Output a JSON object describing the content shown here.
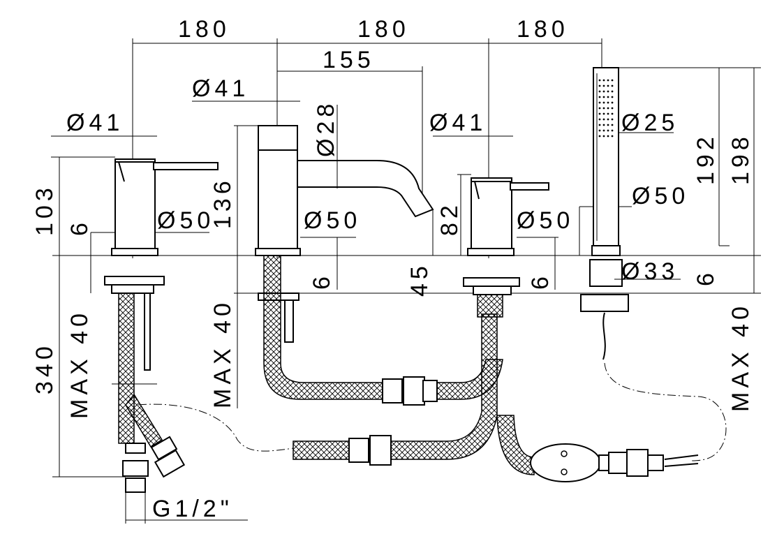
{
  "dimensions": {
    "spacing_1": "180",
    "spacing_2": "180",
    "spacing_3": "180",
    "spout_reach": "155",
    "left_lever_dia": "Ø41",
    "spout_body_dia": "Ø41",
    "right_lever_dia": "Ø41",
    "spout_outlet_dia": "Ø28",
    "left_base_dia": "Ø50",
    "spout_base_dia": "Ø50",
    "right_base_dia": "Ø50",
    "shower_base_dia": "Ø50",
    "shower_handle_dia": "Ø25",
    "shower_holder_dia": "Ø33",
    "left_height": "103",
    "spout_height": "136",
    "right_height": "82",
    "spout_outlet_height": "45",
    "shower_height_1": "192",
    "shower_height_2": "198",
    "plate_left": "6",
    "plate_spout": "6",
    "plate_right": "6",
    "plate_shower": "6",
    "max_deck_left": "MAX 40",
    "max_deck_spout": "MAX 40",
    "max_deck_shower": "MAX 40",
    "hose_length": "340",
    "thread_size": "G1/2\""
  }
}
